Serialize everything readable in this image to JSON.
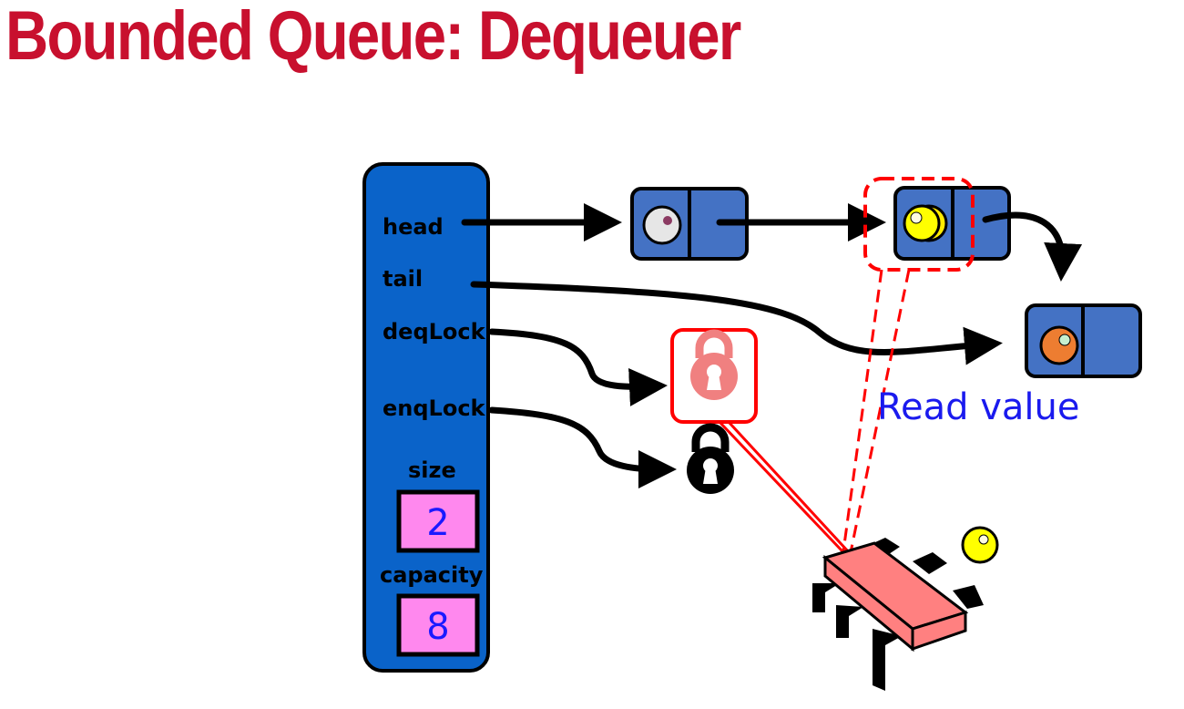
{
  "title": "Bounded Queue: Dequeuer",
  "queue_object": {
    "fields": {
      "head": "head",
      "tail": "tail",
      "deq_lock": "deqLock",
      "enq_lock": "enqLock",
      "size": "size",
      "capacity": "capacity"
    },
    "size_value": "2",
    "capacity_value": "8"
  },
  "annotation": "Read value",
  "colors": {
    "title": "#c8102e",
    "queue_box": "#0a63c9",
    "node": "#4472c4",
    "value_box": "#ff88ee",
    "held_lock": "#f08080",
    "highlight": "#ff0000",
    "annotation": "#1a1aee"
  },
  "icons": [
    "lock-icon",
    "processor-icon",
    "token-icon"
  ]
}
